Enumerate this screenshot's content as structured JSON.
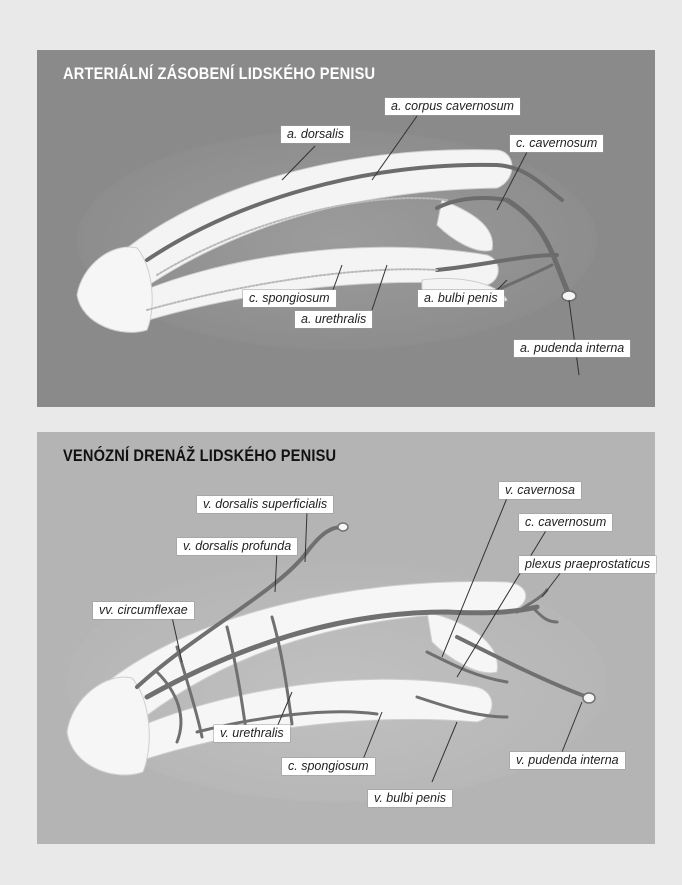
{
  "arterial": {
    "title": "ARTERIÁLNÍ ZÁSOBENÍ LIDSKÉHO PENISU",
    "labels": {
      "a_dorsalis": "a. dorsalis",
      "a_corpus_cavernosum": "a. corpus cavernosum",
      "c_cavernosum": "c. cavernosum",
      "c_spongiosum": "c. spongiosum",
      "a_urethralis": "a. urethralis",
      "a_bulbi_penis": "a. bulbi penis",
      "a_pudenda_interna": "a. pudenda interna"
    }
  },
  "venous": {
    "title": "VENÓZNÍ DRENÁŽ LIDSKÉHO PENISU",
    "labels": {
      "v_cavernosa": "v. cavernosa",
      "v_dorsalis_superficialis": "v. dorsalis superficialis",
      "c_cavernosum": "c. cavernosum",
      "v_dorsalis_profunda": "v. dorsalis profunda",
      "plexus_praeprostaticus": "plexus praeprostaticus",
      "vv_circumflexae": "vv. circumflexae",
      "v_urethralis": "v. urethralis",
      "c_spongiosum": "c. spongiosum",
      "v_pudenda_interna": "v. pudenda interna",
      "v_bulbi_penis": "v. bulbi penis"
    }
  },
  "colors": {
    "panel_top": "#8a8a8a",
    "panel_bottom": "#b4b4b4",
    "tissue": "#f4f4f4",
    "vessel": "#707070"
  }
}
